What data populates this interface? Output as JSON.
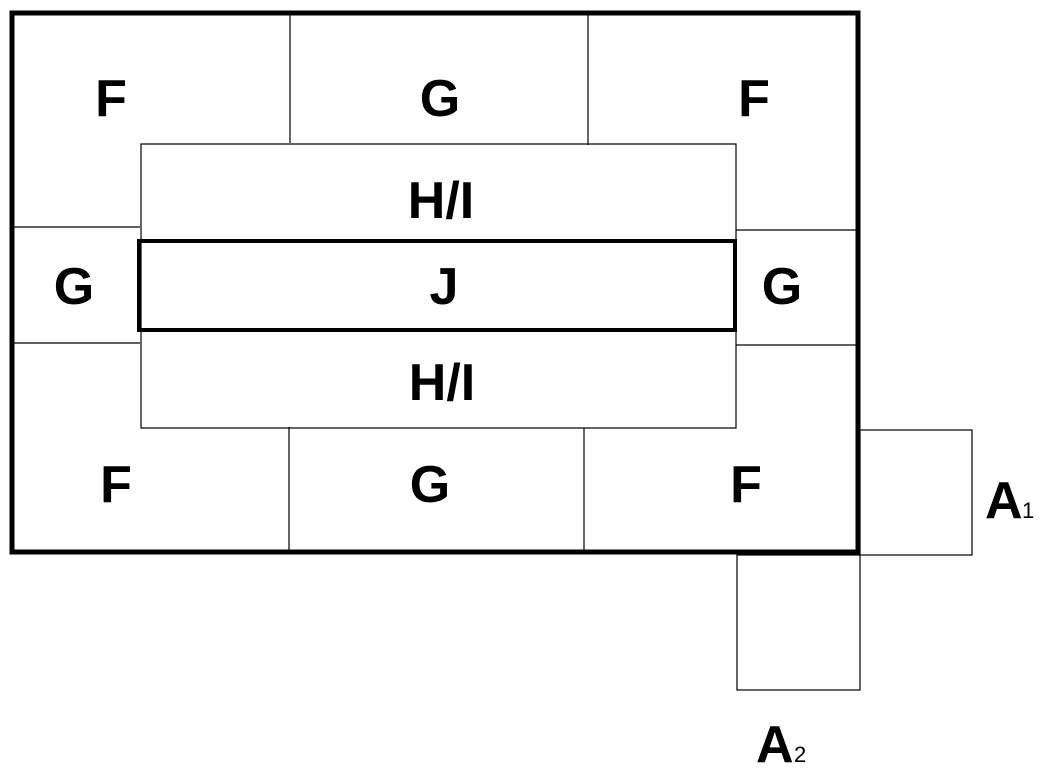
{
  "labels": {
    "top_left": "F",
    "top_middle": "G",
    "top_right": "F",
    "middle_left": "G",
    "middle_right": "G",
    "bottom_left": "F",
    "bottom_middle": "G",
    "bottom_right": "F",
    "inner_top": "H/I",
    "inner_center": "J",
    "inner_bottom": "H/I",
    "side_square_letter": "A",
    "side_square_subscript": "1",
    "below_square_letter": "A",
    "below_square_subscript": "2"
  }
}
